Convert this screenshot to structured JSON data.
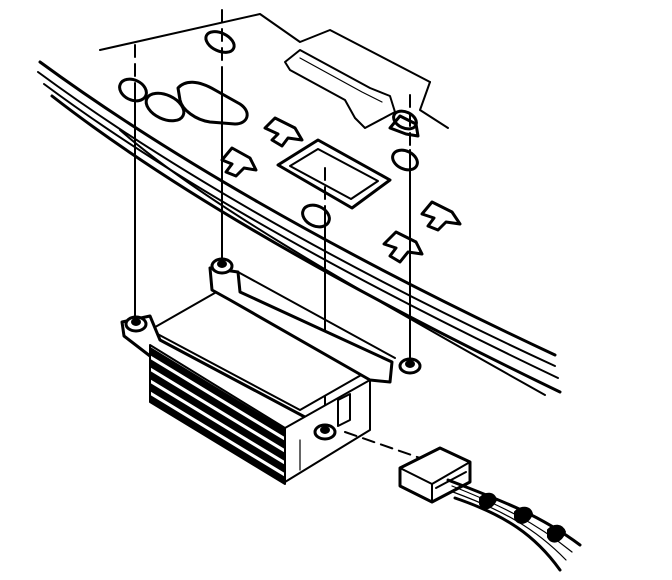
{
  "figure": {
    "kind": "exploded-view line illustration",
    "parts": [
      "mounting-panel",
      "control-module",
      "mounting-studs",
      "mounting-nuts",
      "wire-harness-connector",
      "wire-harness"
    ],
    "colors": {
      "ink": "#000000",
      "paper": "#ffffff"
    }
  }
}
